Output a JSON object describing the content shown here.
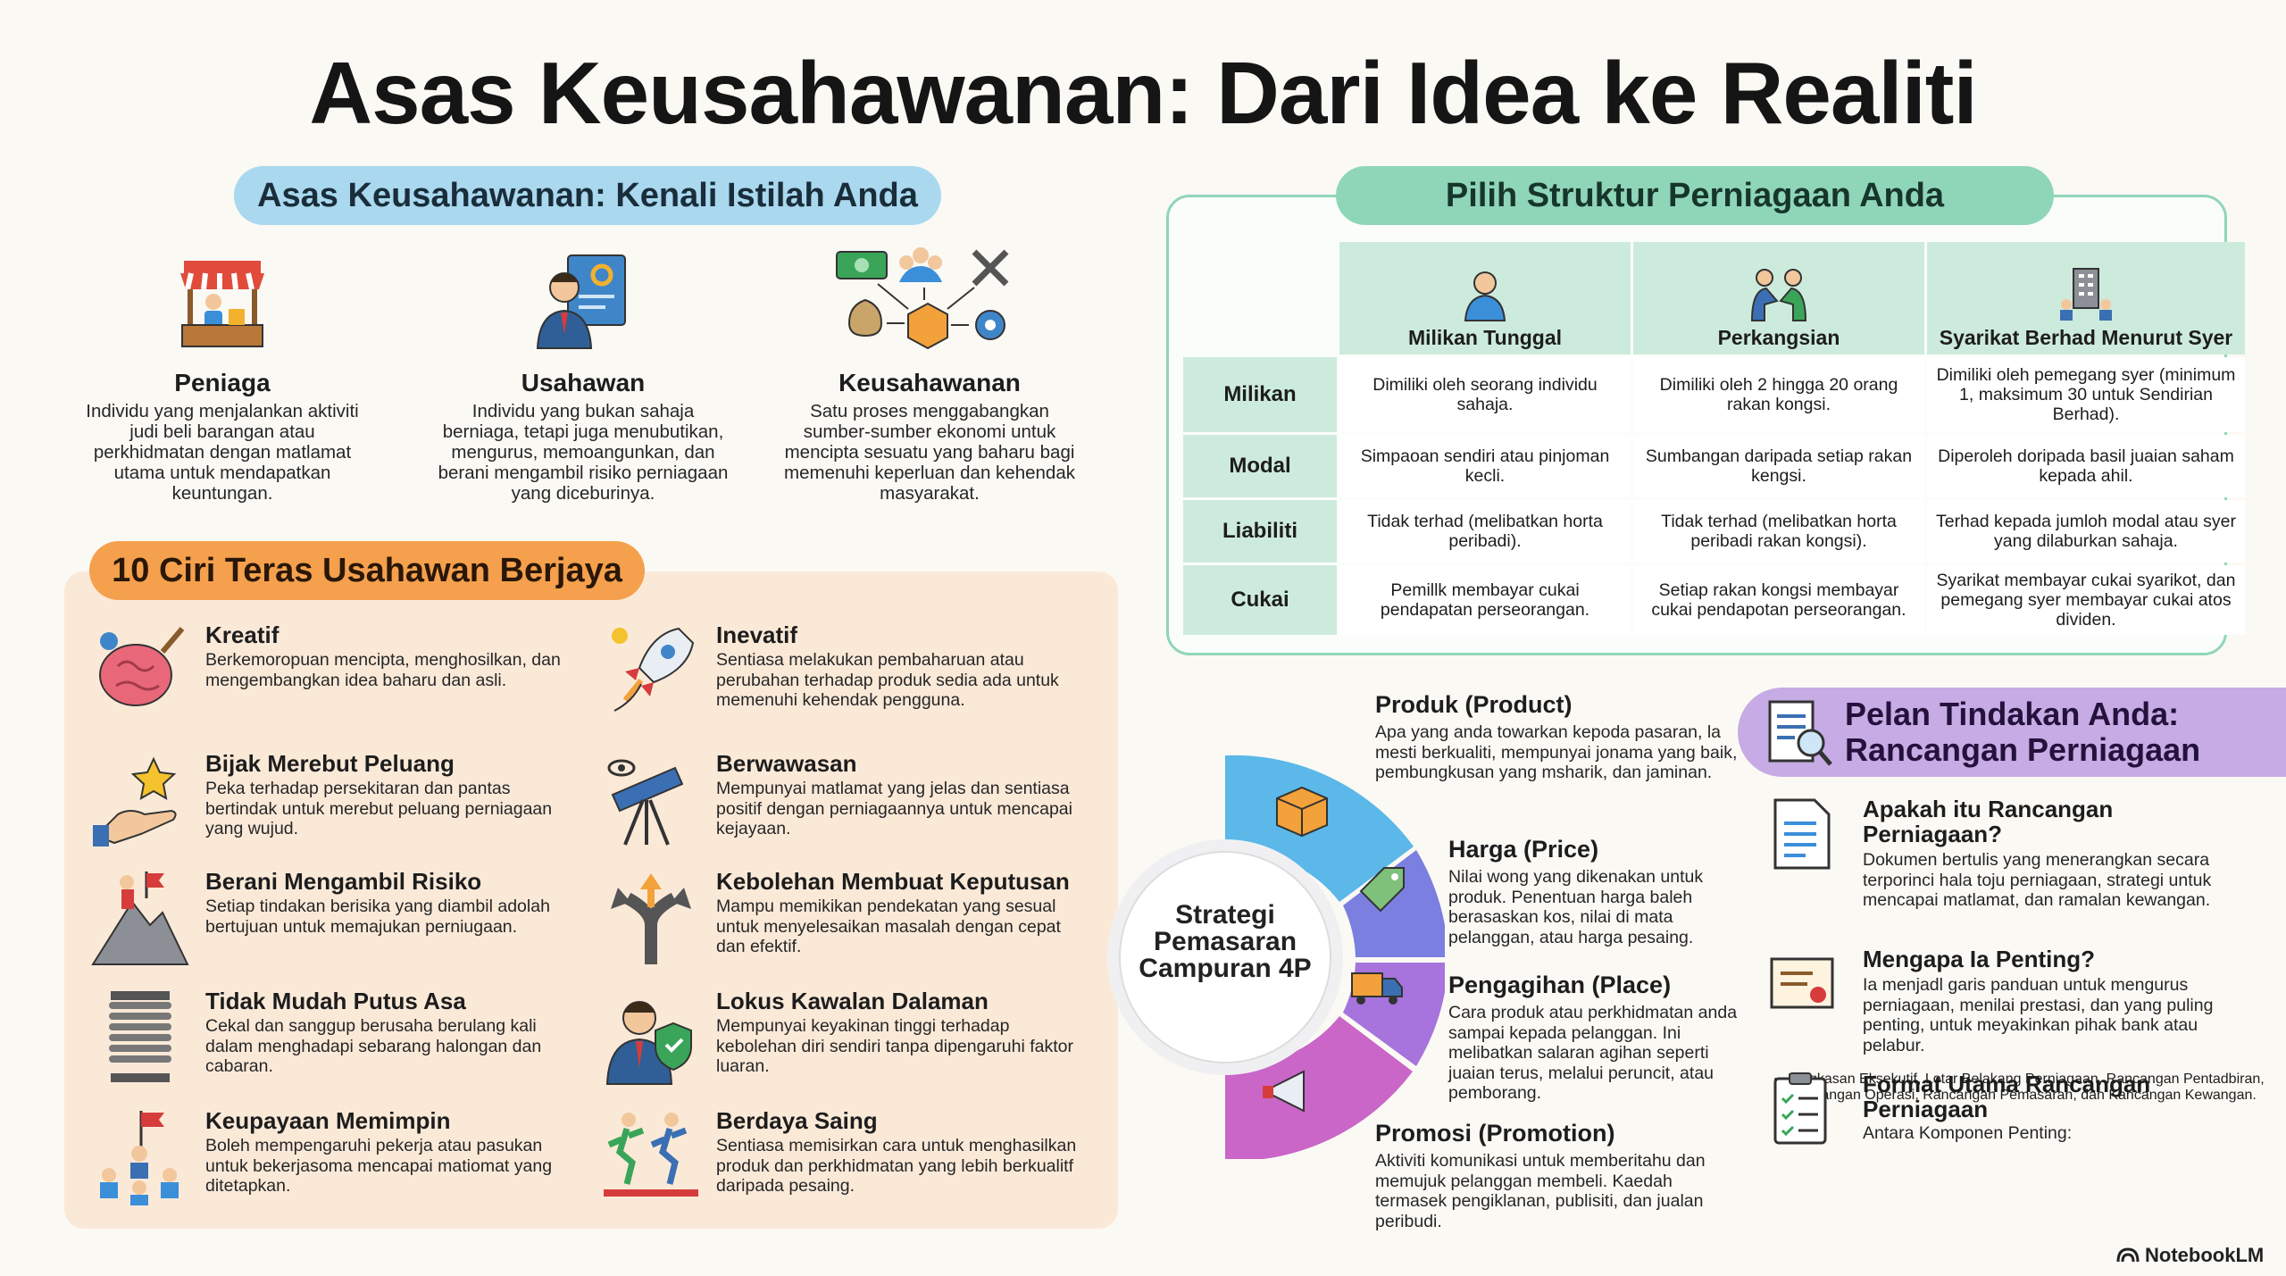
{
  "title": "Asas Keusahawanan: Dari Idea ke Realiti",
  "terms": {
    "heading": "Asas Keusahawanan: Kenali Istilah Anda",
    "items": [
      {
        "name": "Peniaga",
        "desc": "Individu yang menjalankan aktiviti judi beli barangan atau perkhidmatan dengan matlamat utama untuk mendapatkan keuntungan.",
        "icon": "market-stall-icon"
      },
      {
        "name": "Usahawan",
        "desc": "Individu yang bukan sahaja berniaga, tetapi juga menubutikan, mengurus, memoangunkan, dan berani mengambil risiko perniagaan yang diceburinya.",
        "icon": "businessman-plan-icon"
      },
      {
        "name": "Keusahawanan",
        "desc": "Satu proses menggabangkan sumber-sumber ekonomi untuk mencipta sesuatu yang baharu bagi memenuhi keperluan dan kehendak masyarakat.",
        "icon": "resources-process-icon"
      }
    ]
  },
  "traits": {
    "heading": "10 Ciri Teras Usahawan Berjaya",
    "items": [
      {
        "name": "Kreatif",
        "desc": "Berkemoropuan mencipta, menghosilkan, dan mengembangkan idea baharu dan asli."
      },
      {
        "name": "Inevatif",
        "desc": "Sentiasa melakukan pembaharuan atau perubahan terhadap produk sedia ada untuk memenuhi kehendak pengguna."
      },
      {
        "name": "Bijak Merebut Peluang",
        "desc": "Peka terhadap persekitaran dan pantas bertindak untuk merebut peluang perniagaan yang wujud."
      },
      {
        "name": "Berwawasan",
        "desc": "Mempunyai matlamat yang jelas dan sentiasa positif dengan perniagaannya untuk mencapai kejayaan."
      },
      {
        "name": "Berani Mengambil Risiko",
        "desc": "Setiap tindakan berisika yang diambil adolah bertujuan untuk memajukan perniugaan."
      },
      {
        "name": "Kebolehan Membuat Keputusan",
        "desc": "Mampu memikikan pendekatan yang sesual untuk menyelesaikan masalah dengan cepat dan efektif."
      },
      {
        "name": "Tidak Mudah Putus Asa",
        "desc": "Cekal dan sanggup berusaha berulang kali dalam menghadapi sebarang halongan dan cabaran."
      },
      {
        "name": "Lokus Kawalan Dalaman",
        "desc": "Mempunyai keyakinan tinggi terhadap kebolehan diri sendiri tanpa dipengaruhi faktor luaran."
      },
      {
        "name": "Keupayaan Memimpin",
        "desc": "Boleh mempengaruhi pekerja atau pasukan untuk bekerjasoma mencapai matiomat yang ditetapkan."
      },
      {
        "name": "Berdaya Saing",
        "desc": "Sentiasa memisirkan cara untuk menghasilkan produk dan perkhidmatan yang lebih berkualitf daripada pesaing."
      }
    ]
  },
  "structure": {
    "heading": "Pilih Struktur Perniagaan Anda",
    "columns": [
      "Milikan Tunggal",
      "Perkangsian",
      "Syarikat Berhad Menurut Syer"
    ],
    "rows": [
      {
        "label": "Milikan",
        "cells": [
          "Dimiliki oleh seorang individu sahaja.",
          "Dimiliki oleh 2 hingga 20 orang rakan kongsi.",
          "Dimiliki oleh pemegang syer (minimum 1, maksimum 30 untuk Sendirian Berhad)."
        ]
      },
      {
        "label": "Modal",
        "cells": [
          "Simpaoan sendiri atau pinjoman kecli.",
          "Sumbangan daripada setiap rakan kengsi.",
          "Diperoleh doripada basil juaian saham kepada ahil."
        ]
      },
      {
        "label": "Liabiliti",
        "cells": [
          "Tidak terhad (melibatkan horta peribadi).",
          "Tidak terhad (melibatkan horta peribadi rakan kongsi).",
          "Terhad kepada jumloh modal atau syer yang dilaburkan sahaja."
        ]
      },
      {
        "label": "Cukai",
        "cells": [
          "Pemillk membayar cukai pendapatan perseorangan.",
          "Setiap rakan kongsi membayar cukai pendapotan perseorangan.",
          "Syarikat membayar cukai syarikot, dan pemegang syer membayar cukai atos dividen."
        ]
      }
    ]
  },
  "marketing": {
    "center": "Strategi Pemasaran Campuran 4P",
    "items": [
      {
        "name": "Produk (Product)",
        "desc": "Apa yang anda towarkan kepoda pasaran, la mesti berkualiti, mempunyai jonama yang baik, pembungkusan yang msharik, dan jaminan.",
        "color": "#5bb8e8",
        "icon": "box-icon"
      },
      {
        "name": "Harga (Price)",
        "desc": "Nilai wong yang dikenakan untuk produk. Penentuan harga baleh berasaskan kos, nilai di mata pelanggan, atau harga pesaing.",
        "color": "#7b7fe0",
        "icon": "price-tag-icon"
      },
      {
        "name": "Pengagihan (Place)",
        "desc": "Cara produk atau perkhidmatan anda sampai kepada pelanggan. Ini melibatkan salaran agihan seperti juaian terus, melalui peruncit, atau pemborang.",
        "color": "#a674dc",
        "icon": "delivery-truck-icon"
      },
      {
        "name": "Promosi (Promotion)",
        "desc": "Aktiviti komunikasi untuk memberitahu dan memujuk pelanggan membeli. Kaedah termasek pengiklanan, publisiti, dan jualan peribudi.",
        "color": "#c966c8",
        "icon": "megaphone-icon"
      }
    ]
  },
  "plan": {
    "heading": "Pelan Tindakan Anda: Rancangan Perniagaan",
    "items": [
      {
        "name": "Apakah itu Rancangan Perniagaan?",
        "desc": "Dokumen bertulis yang menerangkan secara terporinci hala toju perniagaan, strategi untuk mencapai matlamat, dan ramalan kewangan."
      },
      {
        "name": "Mengapa Ia Penting?",
        "desc": "Ia menjadl garis panduan untuk mengurus perniagaan, menilai prestasi, dan yang puling penting, untuk meyakinkan pihak bank atau pelabur."
      },
      {
        "name": "Format Utama Rancangan Perniagaan",
        "desc": "Antara Komponen Penting:",
        "bullet": "Ringkasan Eksekutif, Lotar Belakang Perniagaan, Rancangan Pentadbiran, Rancangan Operasi, Rancangan Pemasaran, dan Kancangan Kewangan."
      }
    ]
  },
  "brand": "NotebookLM"
}
